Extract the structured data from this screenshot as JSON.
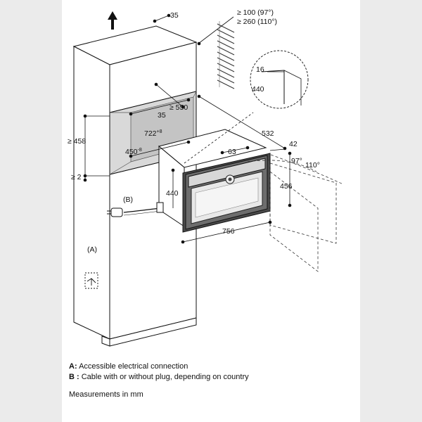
{
  "dimensions": {
    "d35_top": "35",
    "clear_100": "≥ 100 (97°)",
    "clear_260": "≥ 260 (110°)",
    "d16": "16",
    "d440_detail": "440",
    "d550": "≥ 550",
    "d35_mid": "35",
    "d722": "722",
    "d722_tol": "+8",
    "d450": "450",
    "d450_tol": "-8",
    "d458": "≥ 458",
    "d2": "≥ 2",
    "d532": "532",
    "d42": "42",
    "d63": "63",
    "ang97": "97°",
    "ang110": "110°",
    "d440_side": "440",
    "d456": "456",
    "d756": "756"
  },
  "callouts": {
    "b": "(B)",
    "a": "(A)"
  },
  "legend": {
    "a_key": "A:",
    "a_text": "Accessible electrical connection",
    "b_key": "B :",
    "b_text": "Cable with or without plug, depending on country",
    "units": "Measurements in mm"
  }
}
